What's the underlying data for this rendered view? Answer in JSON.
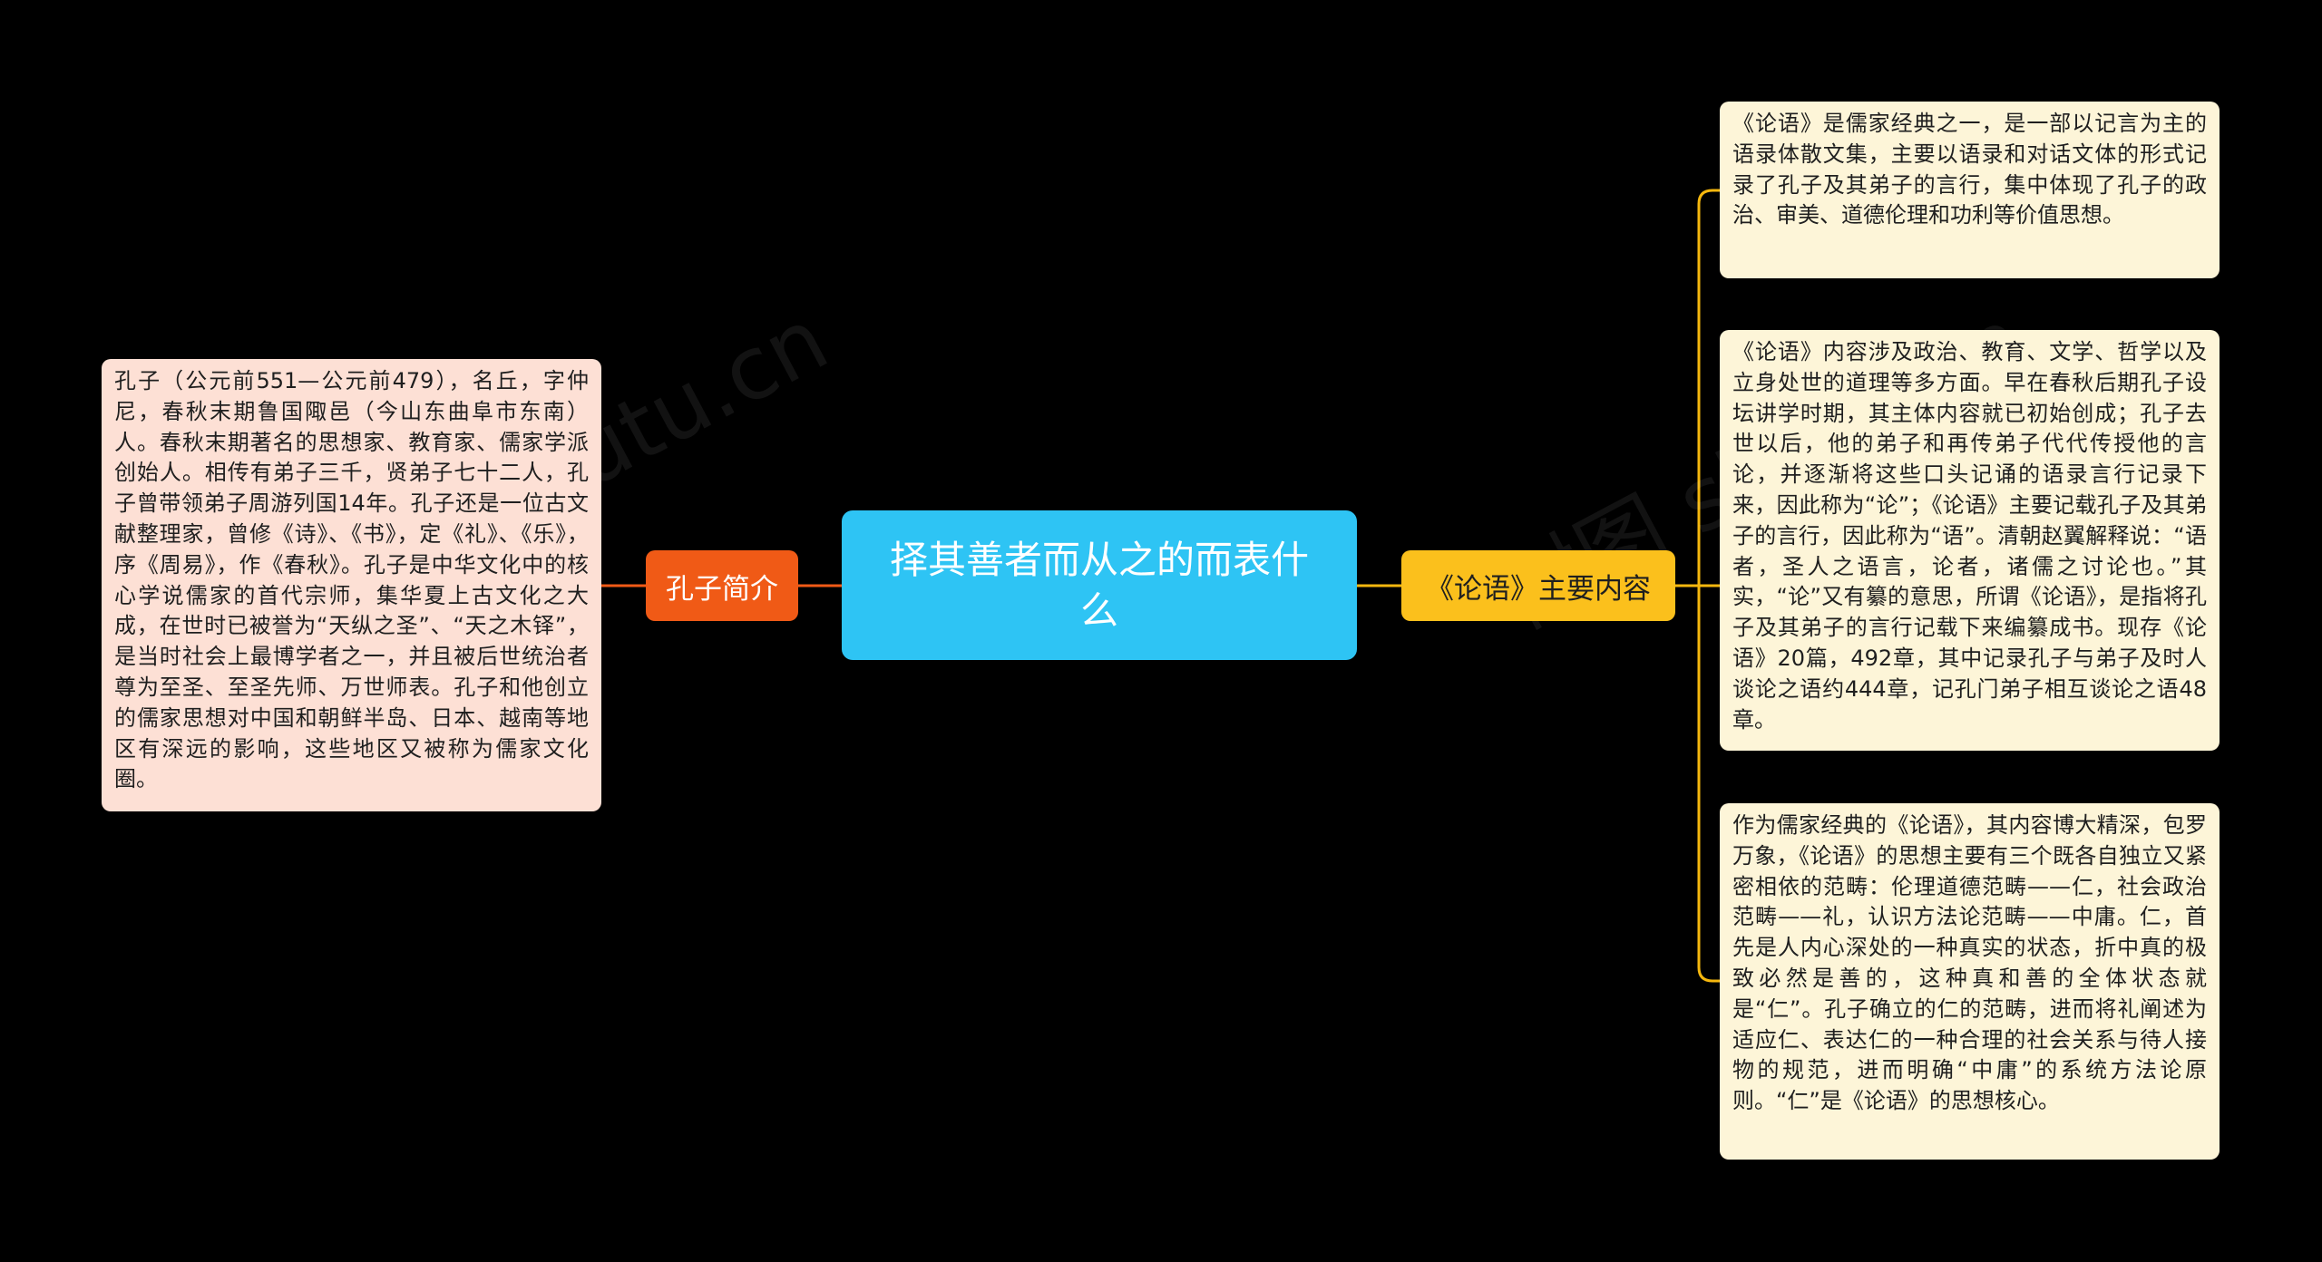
{
  "diagram": {
    "central": {
      "label": "择其善者而从之的而表什么"
    },
    "left_branch": {
      "label": "孔子简介",
      "detail": "孔子（公元前551—公元前479），名丘，字仲尼，春秋末期鲁国陬邑（今山东曲阜市东南）人。春秋末期著名的思想家、教育家、儒家学派创始人。相传有弟子三千，贤弟子七十二人，孔子曾带领弟子周游列国14年。孔子还是一位古文献整理家，曾修《诗》、《书》，定《礼》、《乐》，序《周易》，作《春秋》。孔子是中华文化中的核心学说儒家的首代宗师，集华夏上古文化之大成，在世时已被誉为“天纵之圣”、“天之木铎”，是当时社会上最博学者之一，并且被后世统治者尊为至圣、至圣先师、万世师表。孔子和他创立的儒家思想对中国和朝鲜半岛、日本、越南等地区有深远的影响，这些地区又被称为儒家文化圈。"
    },
    "right_branch": {
      "label": "《论语》主要内容",
      "details": [
        "《论语》是儒家经典之一，是一部以记言为主的语录体散文集，主要以语录和对话文体的形式记录了孔子及其弟子的言行，集中体现了孔子的政治、审美、道德伦理和功利等价值思想。",
        "《论语》内容涉及政治、教育、文学、哲学以及立身处世的道理等多方面。早在春秋后期孔子设坛讲学时期，其主体内容就已初始创成；孔子去世以后，他的弟子和再传弟子代代传授他的言论，并逐渐将这些口头记诵的语录言行记录下来，因此称为“论”；《论语》主要记载孔子及其弟子的言行，因此称为“语”。清朝赵翼解释说：“语者，圣人之语言，论者，诸儒之讨论也。”其实，“论”又有纂的意思，所谓《论语》，是指将孔子及其弟子的言行记载下来编纂成书。现存《论语》20篇，492章，其中记录孔子与弟子及时人谈论之语约444章，记孔门弟子相互谈论之语48章。",
        "作为儒家经典的《论语》，其内容博大精深，包罗万象，《论语》的思想主要有三个既各自独立又紧密相依的范畴：伦理道德范畴——仁，社会政治范畴——礼，认识方法论范畴——中庸。仁，首先是人内心深处的一种真实的状态，折中真的极致必然是善的，这种真和善的全体状态就是“仁”。孔子确立的仁的范畴，进而将礼阐述为适应仁、表达仁的一种合理的社会关系与待人接物的规范，进而明确“中庸”的系统方法论原则。“仁”是《论语》的思想核心。"
      ]
    },
    "colors": {
      "background": "#000000",
      "central_fill": "#2ec4f4",
      "left_branch_fill": "#f05a16",
      "right_branch_fill": "#fbc01c",
      "left_leaf_fill": "#fde0d5",
      "right_leaf_fill": "#fdf5d8",
      "left_connector": "#f05a16",
      "right_connector": "#f5b70e"
    }
  }
}
